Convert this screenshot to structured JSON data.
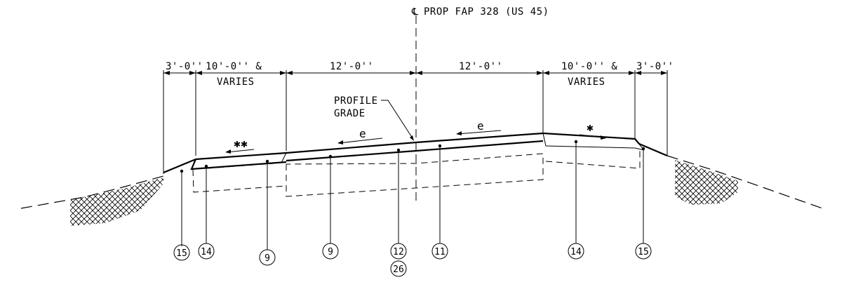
{
  "centerline": {
    "symbol": "℄",
    "label": "PROP FAP 328 (US 45)"
  },
  "dimensions": {
    "left_outer": "3'-0''",
    "left_shoulder_1": "10'-0'' &",
    "left_shoulder_2": "VARIES",
    "left_lane": "12'-0''",
    "right_lane": "12'-0''",
    "right_shoulder_1": "10'-0'' &",
    "right_shoulder_2": "VARIES",
    "right_outer": "3'-0''"
  },
  "profile_grade": {
    "line1": "PROFILE",
    "line2": "GRADE"
  },
  "slopes": {
    "left_shoulder": "✱✱",
    "left_lane": "e",
    "right_lane": "e",
    "right_shoulder": "✱"
  },
  "callouts": {
    "c1": "15",
    "c2": "14",
    "c3": "9",
    "c4": "9",
    "c5": "12",
    "c6": "26",
    "c7": "11",
    "c8": "14",
    "c9": "15"
  }
}
